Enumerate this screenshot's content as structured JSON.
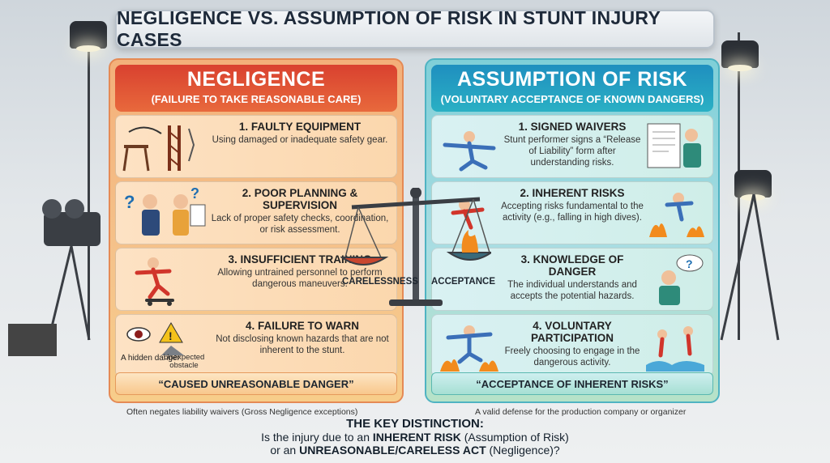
{
  "title": "NEGLIGENCE VS. ASSUMPTION OF RISK IN STUNT INJURY CASES",
  "negligence": {
    "heading": "NEGLIGENCE",
    "subheading": "(FAILURE TO TAKE REASONABLE CARE)",
    "items": [
      {
        "title": "1. FAULTY EQUIPMENT",
        "desc": "Using damaged or inadequate safety gear."
      },
      {
        "title": "2. POOR PLANNING & SUPERVISION",
        "desc": "Lack of proper safety checks, coordination, or risk assessment."
      },
      {
        "title": "3. INSUFFICIENT TRAINING",
        "desc": "Allowing untrained personnel to perform dangerous maneuvers."
      },
      {
        "title": "4. FAILURE TO WARN",
        "desc": "Not disclosing known hazards that are not inherent to the stunt."
      }
    ],
    "image_labels": {
      "hidden": "A hidden danger",
      "obstacle": "Unexpected obstacle"
    },
    "banner": "“CAUSED UNREASONABLE DANGER”",
    "footnote": "Often negates liability waivers (Gross Negligence exceptions)"
  },
  "assumption": {
    "heading": "ASSUMPTION OF RISK",
    "subheading": "(VOLUNTARY ACCEPTANCE OF KNOWN DANGERS)",
    "items": [
      {
        "title": "1. SIGNED WAIVERS",
        "desc": "Stunt performer signs a “Release of Liability” form after understanding risks."
      },
      {
        "title": "2. INHERENT RISKS",
        "desc": "Accepting risks fundamental to the activity (e.g., falling in high dives)."
      },
      {
        "title": "3. KNOWLEDGE OF DANGER",
        "desc": "The individual understands and accepts the potential hazards."
      },
      {
        "title": "4. VOLUNTARY PARTICIPATION",
        "desc": "Freely choosing to engage in the dangerous activity."
      }
    ],
    "banner": "“ACCEPTANCE OF INHERENT RISKS”",
    "footnote": "A valid defense for the production company or organizer"
  },
  "scale": {
    "left_label": "CARELESSNESS",
    "right_label": "ACCEPTANCE"
  },
  "key": {
    "heading": "THE KEY DISTINCTION:",
    "line1_pre": "Is the injury due to an ",
    "line1_bold": "INHERENT RISK",
    "line1_post": " (Assumption of Risk)",
    "line2_pre": "or an ",
    "line2_bold": "UNREASONABLE/CARELESS ACT",
    "line2_post": " (Negligence)?"
  },
  "colors": {
    "negligence_accent": "#d9412f",
    "assumption_accent": "#1f8fbf",
    "warning": "#f4c21a"
  },
  "icons": [
    "warning-icon",
    "question-icon",
    "eye-icon",
    "fire-icon",
    "scale-icon",
    "document-icon",
    "clipboard-icon"
  ]
}
